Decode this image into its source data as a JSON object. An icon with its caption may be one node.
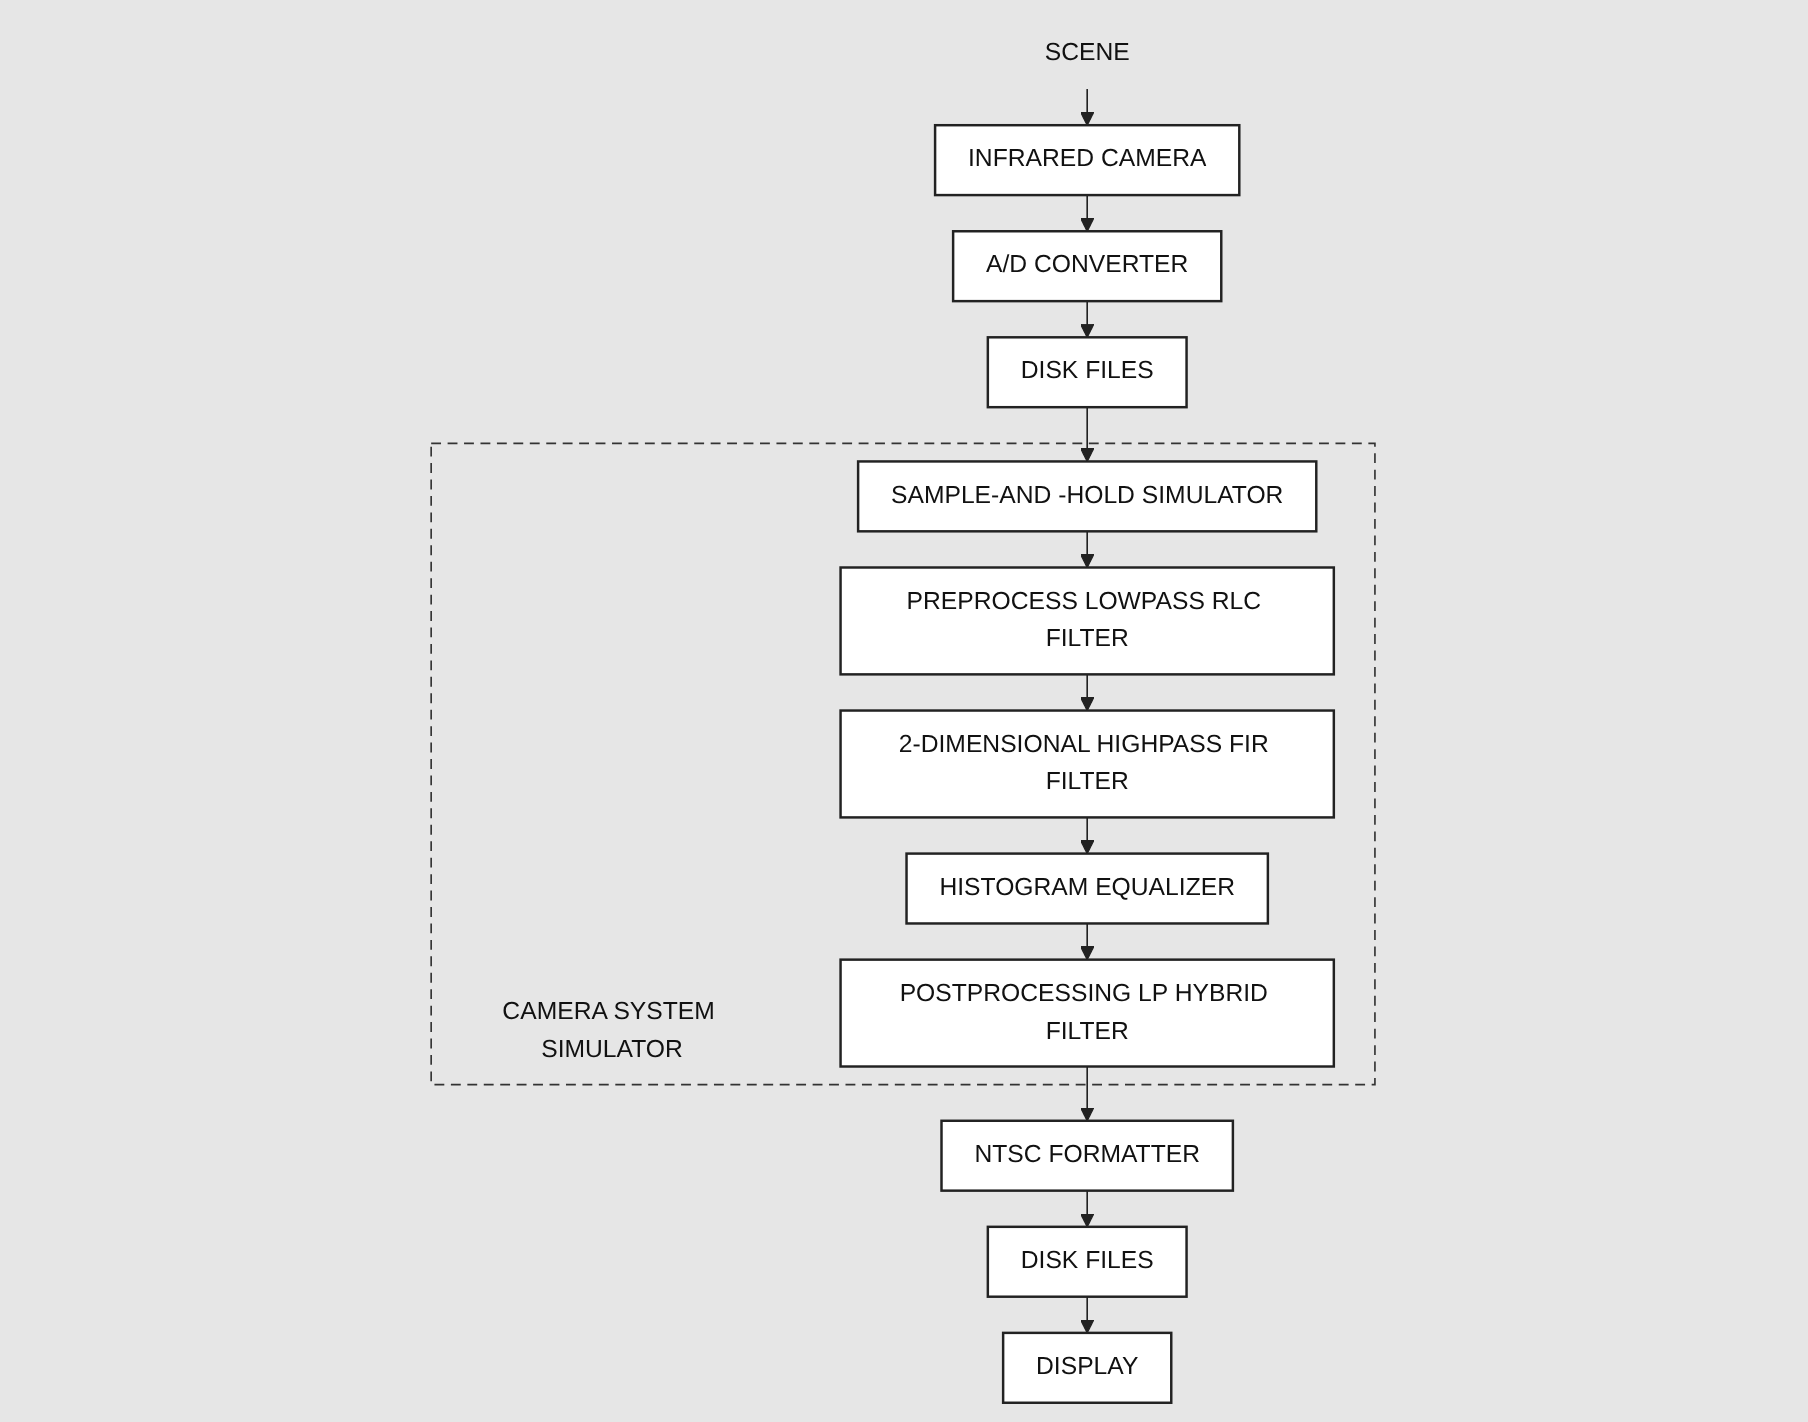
{
  "diagram": {
    "nodes": [
      {
        "text": [
          "SCENE"
        ]
      },
      {
        "text": [
          "INFRARED CAMERA"
        ]
      },
      {
        "text": [
          "A/D CONVERTER"
        ]
      },
      {
        "text": [
          "DISK FILES"
        ]
      },
      {
        "text": [
          "CAMERA SYSTEM SIMULATOR"
        ]
      },
      {
        "text": [
          "SAMPLE-AND -HOLD SIMULATOR"
        ],
        "in": 4
      },
      {
        "text": [
          "PREPROCESS LOWPASS RLC FILTER"
        ],
        "in": 4
      },
      {
        "text": [
          "2-DIMENSIONAL HIGHPASS FIR FILTER"
        ],
        "in": 4
      },
      {
        "text": [
          "HISTOGRAM EQUALIZER"
        ],
        "in": 4
      },
      {
        "text": [
          "POSTPROCESSING LP HYBRID FILTER"
        ],
        "in": 4
      },
      {
        "text": [
          "NTSC FORMATTER"
        ]
      },
      {
        "text": [
          "DISK FILES"
        ]
      },
      {
        "text": [
          "DISPLAY"
        ]
      }
    ],
    "edges": [
      {
        "from": 0,
        "to": 1,
        "arrow": "to"
      },
      {
        "from": 1,
        "to": 2,
        "arrow": "to"
      },
      {
        "from": 2,
        "to": 3,
        "arrow": "to"
      },
      {
        "from": 3,
        "to": 5,
        "arrow": "to"
      },
      {
        "from": 5,
        "to": 6,
        "arrow": "to"
      },
      {
        "from": 6,
        "to": 7,
        "arrow": "to"
      },
      {
        "from": 7,
        "to": 8,
        "arrow": "to"
      },
      {
        "from": 8,
        "to": 9,
        "arrow": "to"
      },
      {
        "from": 9,
        "to": 10,
        "arrow": "to"
      },
      {
        "from": 10,
        "to": 11,
        "arrow": "to"
      },
      {
        "from": 11,
        "to": 12,
        "arrow": "to"
      }
    ]
  }
}
